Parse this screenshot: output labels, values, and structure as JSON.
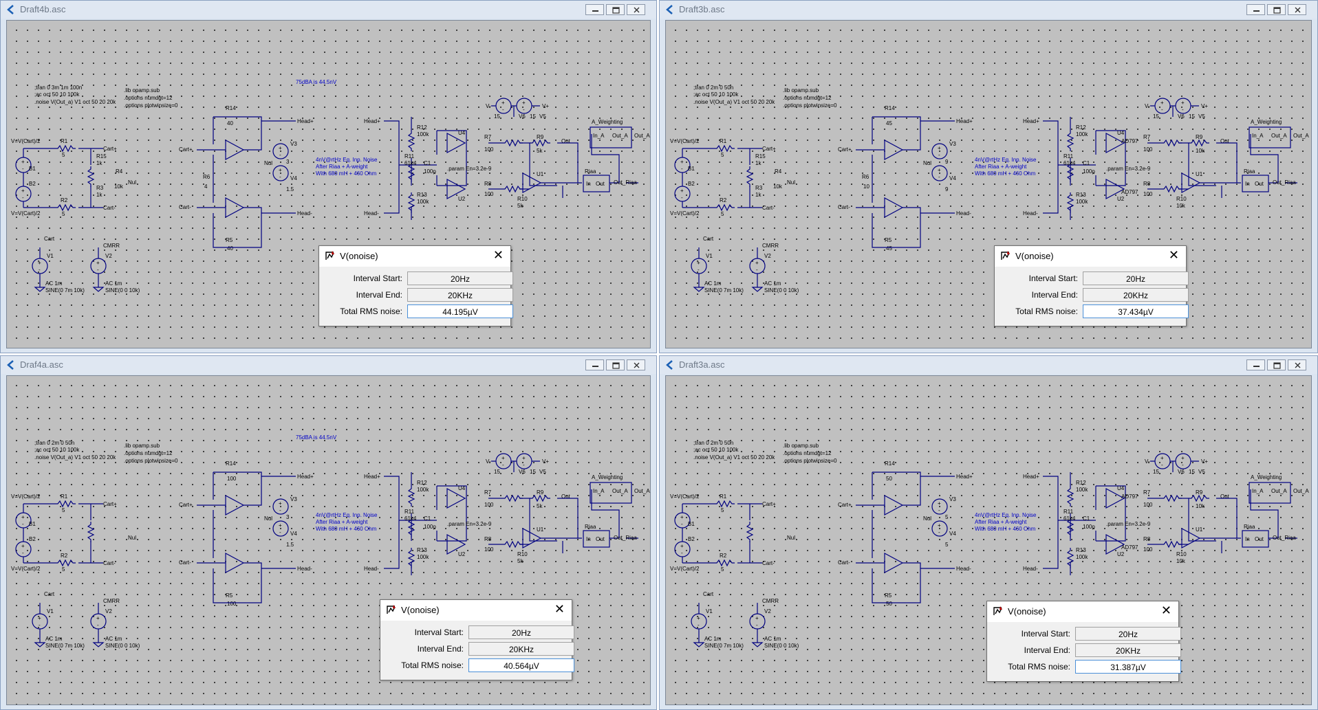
{
  "windows": [
    {
      "title": "Draft4b.asc",
      "directives": [
        ";tran 0 3m 1m 100n",
        ";ac oct 50 10 100k",
        ".noise V(Out_a) V1 oct 50 20 20k"
      ],
      "lib": [
        ".lib opamp.sub",
        ".options numdgt=12",
        ".options plotwinsize=0"
      ],
      "note75": "75dBA is 44.5nV",
      "noiseNote": [
        "4nV@rtHz Eq. Inp. Noise",
        "After Riaa + A-weight",
        "With 680 mH + 460 Ohm"
      ],
      "labels": {
        "r1": "R1",
        "r2": "R2",
        "r14": "R14",
        "r5": "R5",
        "r6": "R6",
        "v3": "V3",
        "v4": "V4",
        "v1": "V1",
        "v2": "V2",
        "cart": "Cart",
        "cmrr": "CMRR",
        "b1": "B1",
        "b2": "B2",
        "headp": "Head+",
        "headm": "Head-",
        "cartp": "Cart+",
        "cartm": "Cart-",
        "vcart1": "V=V(Cart)/2",
        "vcart2": "V=V(Cart)/2",
        "r15": "R15",
        "r3": "R3",
        "r4": "R4",
        "nul": "Nul",
        "u1": "U1",
        "u2": "U2",
        "u4": "U4",
        "c1": "C1",
        "r7": "R7",
        "r8": "R8",
        "r9": "R9",
        "r10": "R10",
        "r11": "R11",
        "r12": "R12",
        "r13": "R13",
        "riaa": "Riaa",
        "aw": "A_Weighting",
        "ina": "In_A",
        "outa": "Out_A",
        "outa2": "Out_A",
        "in": "In",
        "out": "Out",
        "outriaa": "Out_Riaa",
        "param": ".param En=3.2e-9",
        "ac1": "AC 1m",
        "ac2": "AC 1m",
        "sine1": "SINE(0 7m 10k)",
        "sine2": "SINE(0 0 10k)",
        "v5": "V5",
        "v6": "V6",
        "vp": "V+",
        "vm": "V-",
        "head1": "Head+",
        "head2": "Head-",
        "cart2": "Cart+",
        "cart3": "Cart-",
        "outn": "Out"
      },
      "values": {
        "r14": "40",
        "r5": "40",
        "r6": "4",
        "r1": "5",
        "r2": "5",
        "r15": "1k",
        "r3": "1k",
        "r4": "10k",
        "v3": "3",
        "v4": "1.5",
        "r12": "100k",
        "r11": "61k4",
        "r13": "100k",
        "c1": "100p",
        "r7": "100",
        "r8": "100",
        "r9": "5k",
        "r10": "5k",
        "v5": "15",
        "v6": "15"
      },
      "opamps": [
        "",
        ""
      ],
      "dialog": {
        "title": "V(onoise)",
        "rows": [
          {
            "label": "Interval Start:",
            "value": "20Hz"
          },
          {
            "label": "Interval End:",
            "value": "20KHz"
          },
          {
            "label": "Total RMS noise:",
            "value": "44.195µV"
          }
        ]
      }
    },
    {
      "title": "Draft3b.asc",
      "directives": [
        ";tran 0 2m 0 50n",
        ";ac oct 50 10 100k",
        ".noise V(Out_a) V1 oct 50 20 20k"
      ],
      "lib": [
        ".lib opamp.sub",
        ".options numdgt=12",
        ".options plotwinsize=0"
      ],
      "note75": "",
      "noiseNote": [
        "4nV@rtHz Eq. Inp. Noise",
        "After Riaa + A-weight",
        "With 680 mH + 460 Ohm"
      ],
      "labels": {
        "r1": "R1",
        "r2": "R2",
        "r14": "R14",
        "r5": "R5",
        "r6": "R6",
        "v3": "V3",
        "v4": "V4",
        "v1": "V1",
        "v2": "V2",
        "cart": "Cart",
        "cmrr": "CMRR",
        "b1": "B1",
        "b2": "B2",
        "headp": "Head+",
        "headm": "Head-",
        "cartp": "Cart+",
        "cartm": "Cart-",
        "vcart1": "V=V(Cart)/2",
        "vcart2": "V=V(Cart)/2",
        "r15": "R15",
        "r3": "R3",
        "r4": "R4",
        "nul": "Nul",
        "u1": "U1",
        "u2": "U2",
        "u4": "U4",
        "c1": "C1",
        "r7": "R7",
        "r8": "R8",
        "r9": "R9",
        "r10": "R10",
        "r11": "R11",
        "r12": "R12",
        "r13": "R13",
        "riaa": "Riaa",
        "aw": "A_Weighting",
        "ina": "In_A",
        "outa": "Out_A",
        "outa2": "Out_A",
        "in": "In",
        "out": "Out",
        "outriaa": "Out_Riaa",
        "param": ".param En=3.2e-9",
        "ac1": "AC 1m",
        "ac2": "AC 1m",
        "sine1": "SINE(0 7m 10k)",
        "sine2": "SINE(0 0 10k)",
        "v5": "V5",
        "v6": "V6",
        "vp": "V+",
        "vm": "V-",
        "head1": "Head+",
        "head2": "Head-",
        "cart2": "Cart+",
        "cart3": "Cart-",
        "outn": "Out"
      },
      "values": {
        "r14": "45",
        "r5": "45",
        "r6": "10",
        "r1": "5",
        "r2": "5",
        "r15": "1k",
        "r3": "1k",
        "r4": "10k",
        "v3": "9",
        "v4": "9",
        "r12": "100k",
        "r11": "61k4",
        "r13": "100k",
        "c1": "100p",
        "r7": "100",
        "r8": "100",
        "r9": "10k",
        "r10": "10k",
        "v5": "15",
        "v6": "15"
      },
      "opamps": [
        "AD797",
        "AD797"
      ],
      "dialog": {
        "title": "V(onoise)",
        "rows": [
          {
            "label": "Interval Start:",
            "value": "20Hz"
          },
          {
            "label": "Interval End:",
            "value": "20KHz"
          },
          {
            "label": "Total RMS noise:",
            "value": "37.434µV"
          }
        ]
      }
    },
    {
      "title": "Draf4a.asc",
      "directives": [
        ";tran 0 2m 0 50n",
        ";ac oct 50 10 100k",
        ".noise V(Out_a) V1 oct 50 20 20k"
      ],
      "lib": [
        ".lib opamp.sub",
        ".options numdgt=12",
        ".options plotwinsize=0"
      ],
      "note75": "75dBA is 44.5nV",
      "noiseNote": [
        "4nV@rtHz Eq. Inp. Noise",
        "After Riaa + A-weight",
        "With 680 mH + 460 Ohm"
      ],
      "labels": {
        "r1": "R1",
        "r2": "R2",
        "r14": "R14",
        "r5": "R5",
        "r6": "",
        "v3": "V3",
        "v4": "V4",
        "v1": "V1",
        "v2": "V2",
        "cart": "Cart",
        "cmrr": "CMRR",
        "b1": "B1",
        "b2": "B2",
        "headp": "Head+",
        "headm": "Head-",
        "cartp": "Cart+",
        "cartm": "Cart-",
        "vcart1": "V=V(Cart)/2",
        "vcart2": "V=V(Cart)/2",
        "r15": "",
        "r3": "",
        "r4": "",
        "nul": "Nul",
        "u1": "U1",
        "u2": "U2",
        "u4": "U4",
        "c1": "C1",
        "r7": "R7",
        "r8": "R8",
        "r9": "R9",
        "r10": "R10",
        "r11": "R11",
        "r12": "R12",
        "r13": "R13",
        "riaa": "Riaa",
        "aw": "A_Weighting",
        "ina": "In_A",
        "outa": "Out_A",
        "outa2": "Out_A",
        "in": "In",
        "out": "Out",
        "outriaa": "Out_Riaa",
        "param": ".param En=3.2e-9",
        "ac1": "AC 1m",
        "ac2": "AC 1m",
        "sine1": "SINE(0 7m 10k)",
        "sine2": "SINE(0 0 10k)",
        "v5": "V5",
        "v6": "V6",
        "vp": "V+",
        "vm": "V-",
        "head1": "Head+",
        "head2": "Head-",
        "cart2": "Cart+",
        "cart3": "Cart-",
        "outn": "Out"
      },
      "values": {
        "r14": "100",
        "r5": "100",
        "r6": "",
        "r1": "5",
        "r2": "5",
        "r15": "",
        "r3": "",
        "r4": "",
        "v3": "3",
        "v4": "1.5",
        "r12": "100k",
        "r11": "61k4",
        "r13": "100k",
        "c1": "100p",
        "r7": "100",
        "r8": "100",
        "r9": "5k",
        "r10": "5k",
        "v5": "15",
        "v6": "15"
      },
      "opamps": [
        "",
        ""
      ],
      "dialog": {
        "title": "V(onoise)",
        "rows": [
          {
            "label": "Interval Start:",
            "value": "20Hz"
          },
          {
            "label": "Interval End:",
            "value": "20KHz"
          },
          {
            "label": "Total RMS noise:",
            "value": "40.564µV"
          }
        ]
      }
    },
    {
      "title": "Draft3a.asc",
      "directives": [
        ";tran 0 2m 0 50n",
        ";ac oct 50 10 100k",
        ".noise V(Out_a) V1 oct 50 20 20k"
      ],
      "lib": [
        ".lib opamp.sub",
        ".options numdgt=12",
        ".options plotwinsize=0"
      ],
      "note75": "",
      "noiseNote": [
        "4nV@rtHz Eq. Inp. Noise",
        "After Riaa + A-weight",
        "With 680 mH + 460 Ohm"
      ],
      "labels": {
        "r1": "R1",
        "r2": "R2",
        "r14": "R14",
        "r5": "R5",
        "r6": "",
        "v3": "V3",
        "v4": "V4",
        "v1": "V1",
        "v2": "V2",
        "cart": "Cart",
        "cmrr": "CMRR",
        "b1": "B1",
        "b2": "B2",
        "headp": "Head+",
        "headm": "Head-",
        "cartp": "Cart+",
        "cartm": "Cart-",
        "vcart1": "V=V(Cart)/2",
        "vcart2": "V=V(Cart)/2",
        "r15": "",
        "r3": "",
        "r4": "",
        "nul": "Nul",
        "u1": "U1",
        "u2": "U2",
        "u4": "U4",
        "c1": "C1",
        "r7": "R7",
        "r8": "R8",
        "r9": "R9",
        "r10": "R10",
        "r11": "R11",
        "r12": "R12",
        "r13": "R13",
        "riaa": "Riaa",
        "aw": "A_Weighting",
        "ina": "In_A",
        "outa": "Out_A",
        "outa2": "Out_A",
        "in": "In",
        "out": "Out",
        "outriaa": "Out_Riaa",
        "param": ".param En=3.2e-9",
        "ac1": "AC 1m",
        "ac2": "AC 1m",
        "sine1": "SINE(0 7m 10k)",
        "sine2": "SINE(0 0 10k)",
        "v5": "V5",
        "v6": "V6",
        "vp": "V+",
        "vm": "V-",
        "head1": "Head+",
        "head2": "Head-",
        "cart2": "Cart+",
        "cart3": "Cart-",
        "outn": "Out"
      },
      "values": {
        "r14": "50",
        "r5": "50",
        "r6": "",
        "r1": "5",
        "r2": "5",
        "r15": "",
        "r3": "",
        "r4": "",
        "v3": "5",
        "v4": "5",
        "r12": "100k",
        "r11": "61k4",
        "r13": "100k",
        "c1": "100p",
        "r7": "100",
        "r8": "100",
        "r9": "10k",
        "r10": "10k",
        "v5": "15",
        "v6": "15"
      },
      "opamps": [
        "AD797",
        "AD797"
      ],
      "dialog": {
        "title": "V(onoise)",
        "rows": [
          {
            "label": "Interval Start:",
            "value": "20Hz"
          },
          {
            "label": "Interval End:",
            "value": "20KHz"
          },
          {
            "label": "Total RMS noise:",
            "value": "31.387µV"
          }
        ]
      }
    }
  ],
  "icons": {
    "app": "ltspice-app-icon",
    "dialog": "waveform-dialog-icon",
    "minimize": "minimize-icon",
    "maximize": "maximize-icon",
    "close": "close-icon"
  }
}
